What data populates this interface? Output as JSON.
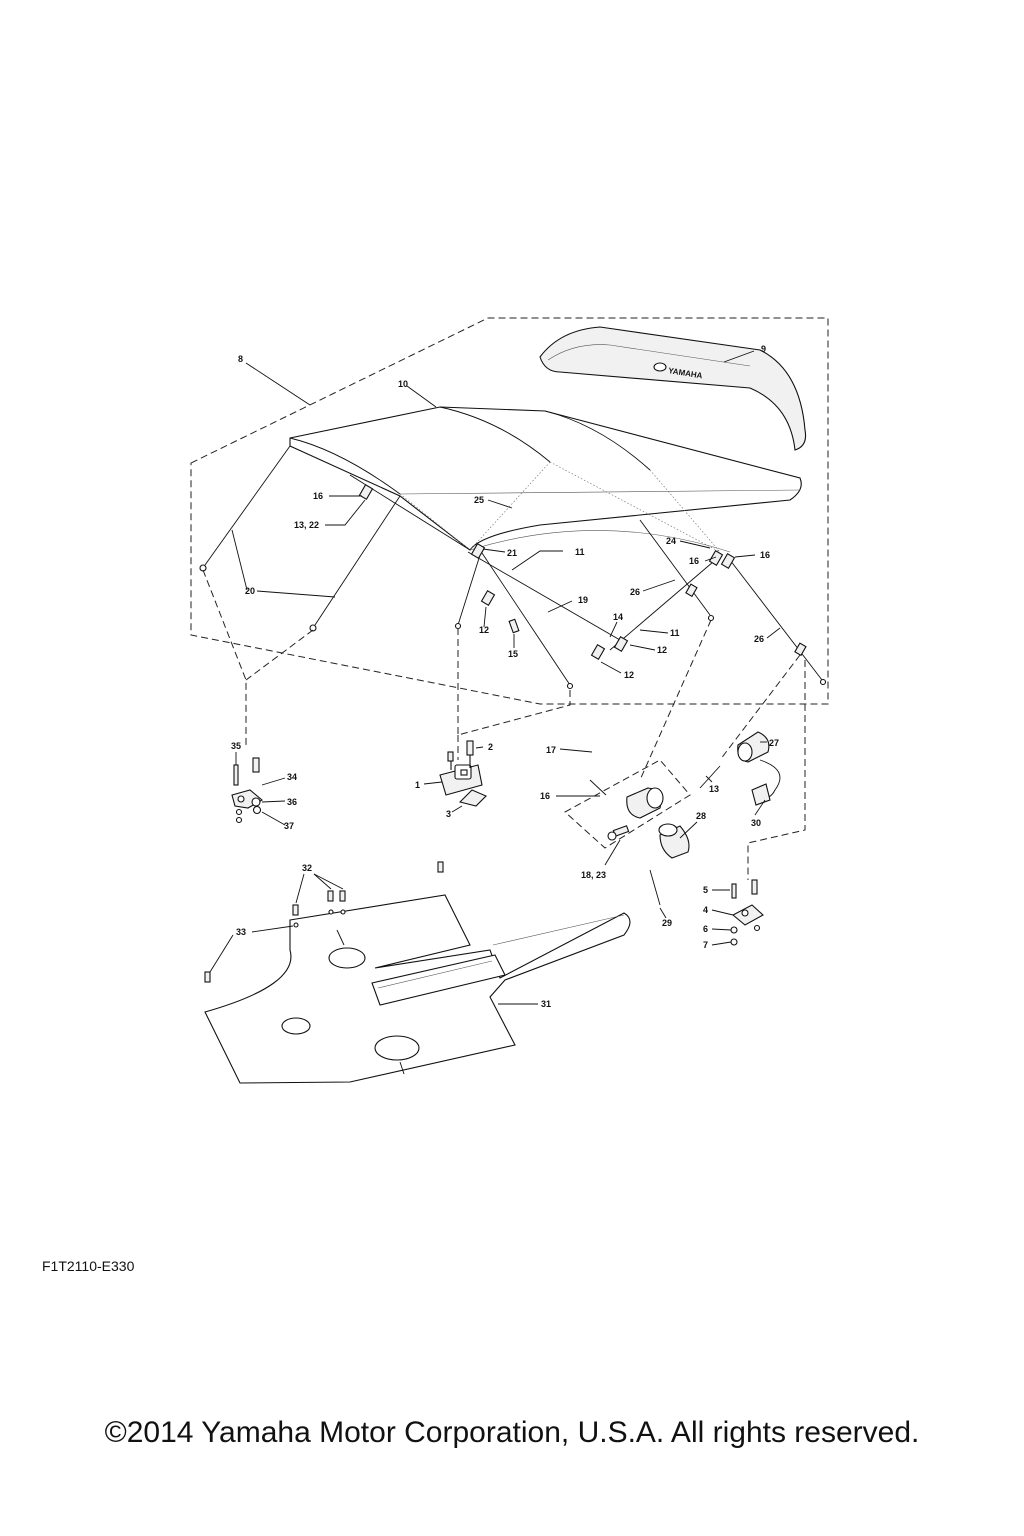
{
  "diagram": {
    "code": "F1T2110-E330",
    "copyright": "©2014 Yamaha Motor Corporation, U.S.A. All rights reserved.",
    "logo_text": "YAMAHA",
    "callouts": {
      "c1": "1",
      "c2": "2",
      "c3": "3",
      "c4": "4",
      "c5": "5",
      "c6": "6",
      "c7": "7",
      "c8": "8",
      "c9": "9",
      "c10": "10",
      "c11a": "11",
      "c11b": "11",
      "c12a": "12",
      "c12b": "12",
      "c12c": "12",
      "c13": "13",
      "c13_22": "13, 22",
      "c14": "14",
      "c15": "15",
      "c16a": "16",
      "c16b": "16",
      "c16c": "16",
      "c16d": "16",
      "c17": "17",
      "c18_23": "18, 23",
      "c19": "19",
      "c20": "20",
      "c21": "21",
      "c24": "24",
      "c25": "25",
      "c26a": "26",
      "c26b": "26",
      "c27": "27",
      "c28": "28",
      "c29": "29",
      "c30": "30",
      "c31": "31",
      "c32": "32",
      "c33": "33",
      "c34": "34",
      "c35": "35",
      "c36": "36",
      "c37": "37"
    }
  }
}
